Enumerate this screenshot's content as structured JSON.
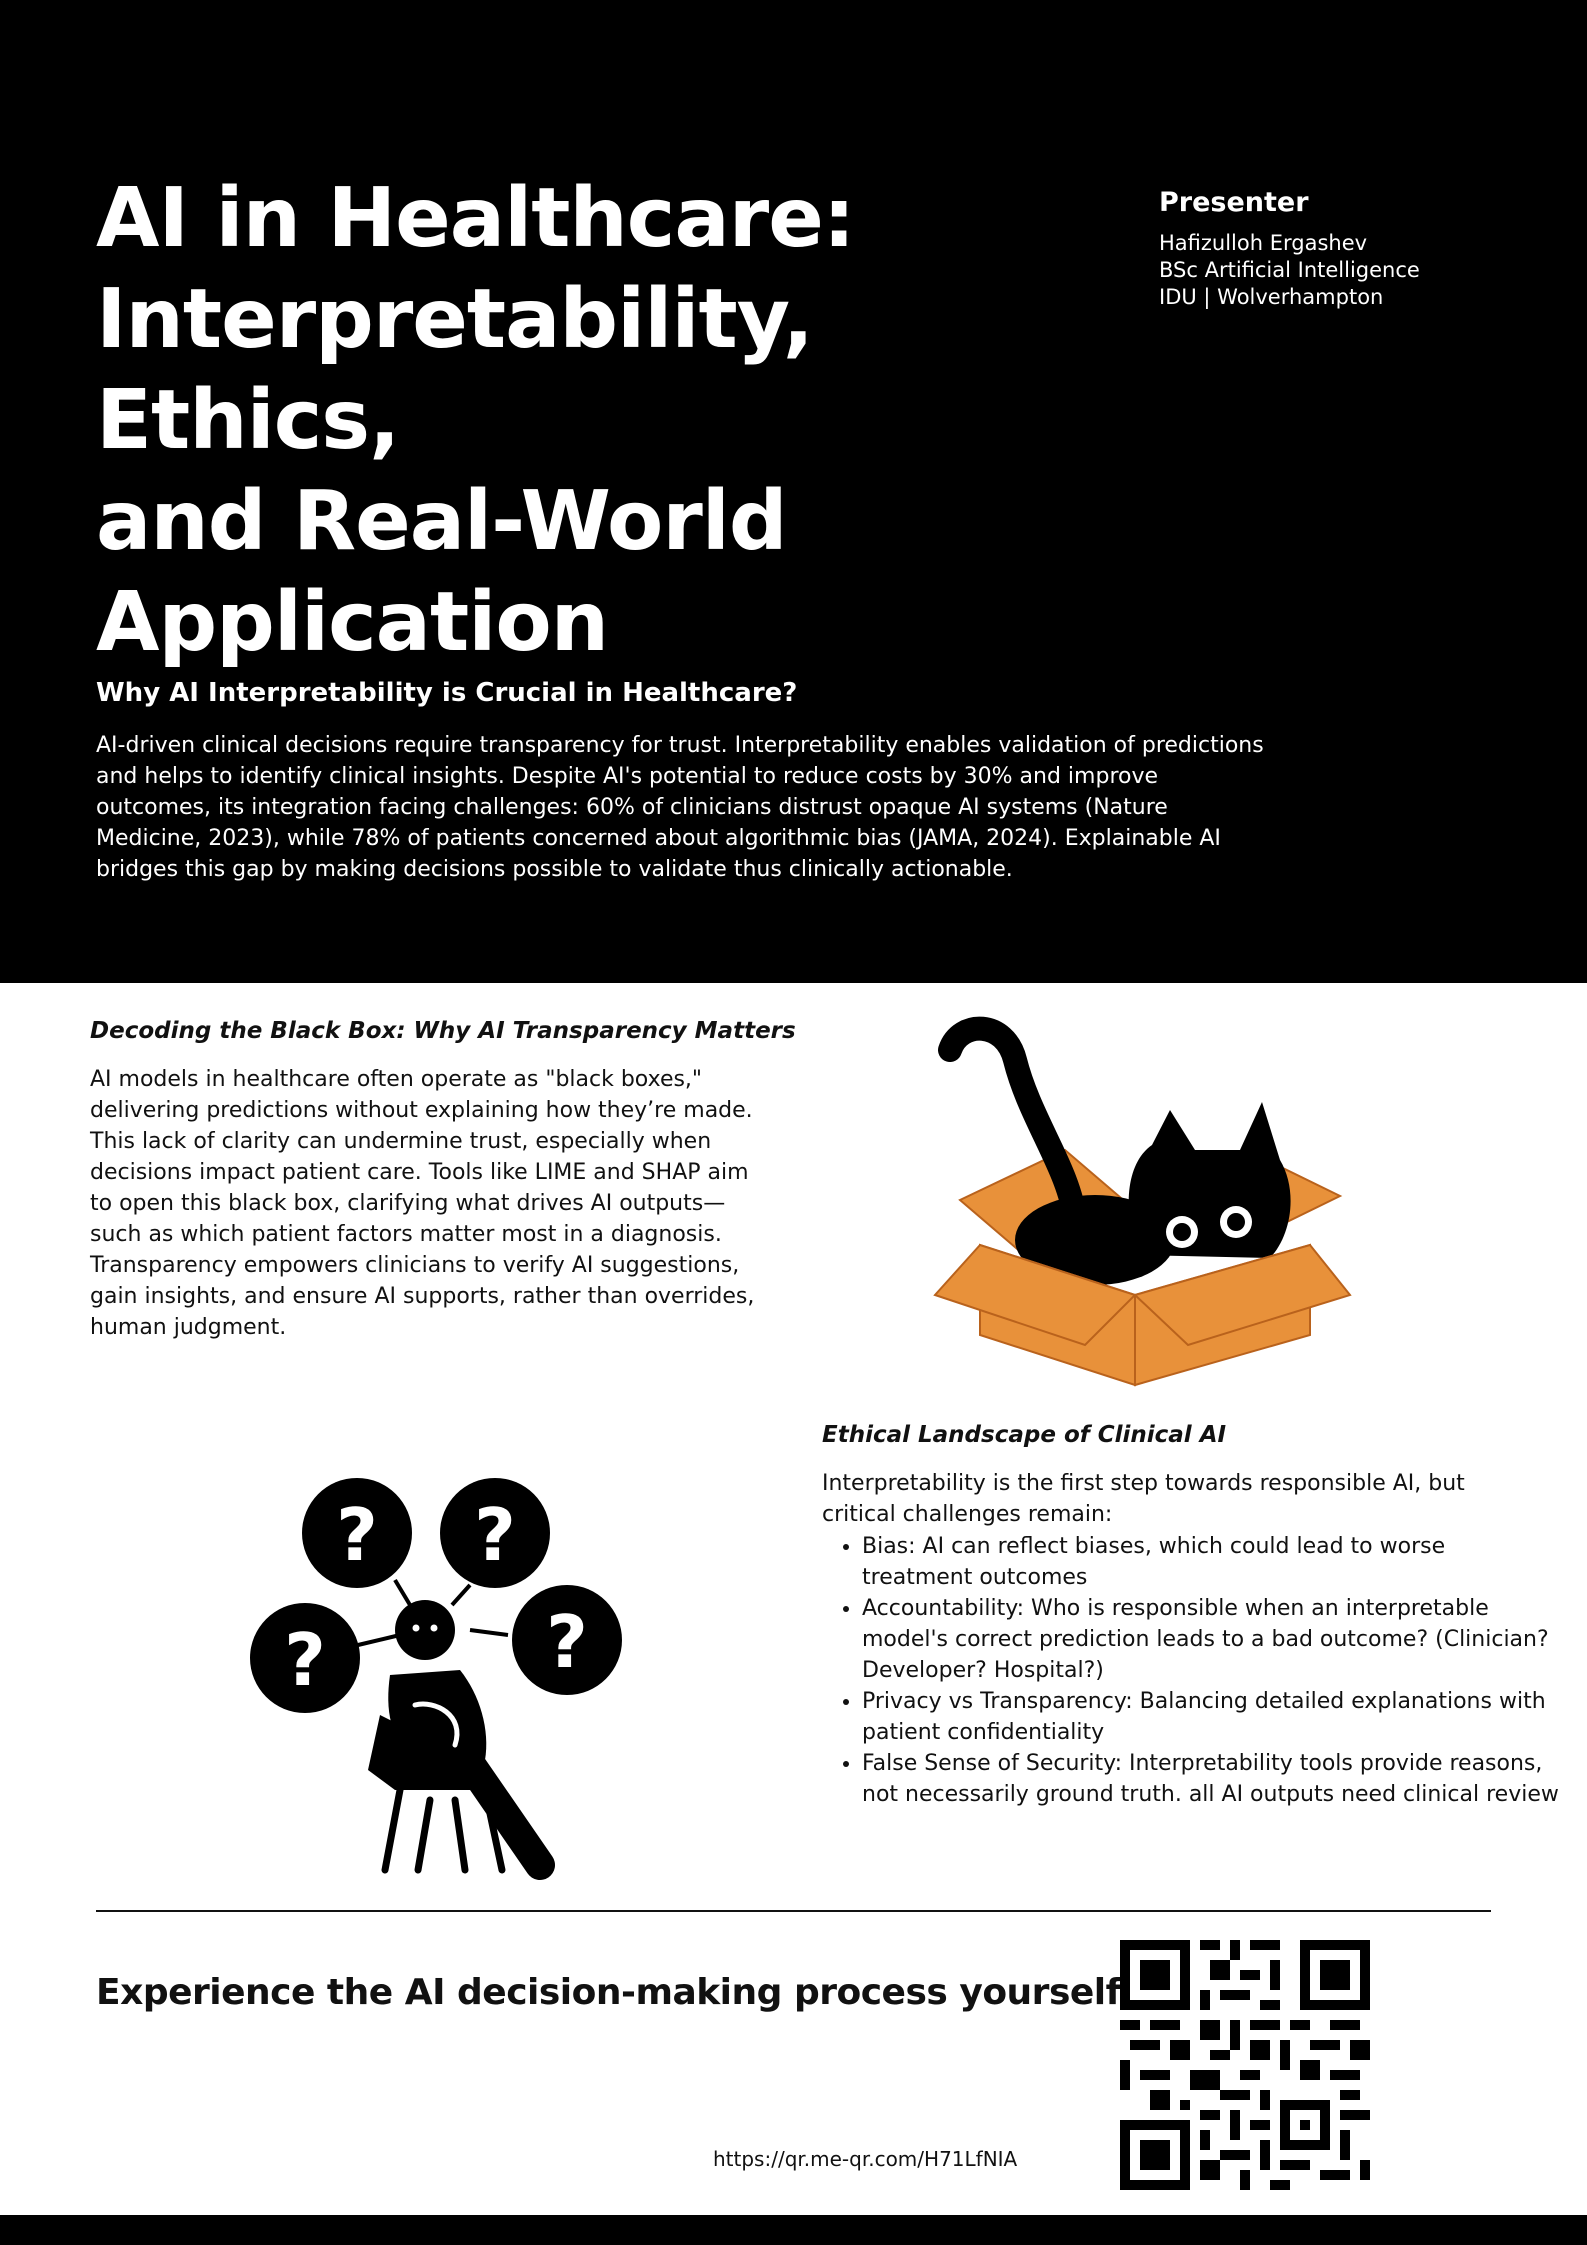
{
  "header": {
    "title": "AI in Healthcare:\nInterpretability, Ethics,\nand Real-World\nApplication",
    "presenter_label": "Presenter",
    "presenter_lines": [
      "Hafizulloh Ergashev",
      "BSc Artificial Intelligence",
      "IDU | Wolverhampton"
    ]
  },
  "intro": {
    "heading": "Why AI Interpretability is Crucial in Healthcare?",
    "body": "AI-driven clinical decisions require transparency for trust. Interpretability enables validation of predictions and helps to identify clinical insights. Despite AI's potential to reduce costs by 30% and improve outcomes, its integration facing challenges: 60% of clinicians distrust opaque AI systems (Nature Medicine, 2023), while 78% of patients concerned about algorithmic bias (JAMA, 2024). Explainable AI bridges this gap by making decisions possible to validate thus clinically actionable."
  },
  "black_box": {
    "heading": "Decoding the Black Box: Why AI Transparency Matters",
    "body": "AI models in healthcare often operate as \"black boxes,\" delivering predictions without explaining how they’re made. This lack of clarity can undermine trust, especially when decisions impact patient care. Tools like LIME and SHAP aim to open this black box, clarifying what drives AI outputs—such as which patient factors matter most in a diagnosis. Transparency empowers clinicians to verify AI suggestions, gain insights, and ensure AI supports, rather than overrides, human judgment."
  },
  "ethics": {
    "heading": "Ethical Landscape of Clinical AI",
    "intro": "Interpretability is the first step towards responsible AI, but critical challenges remain:",
    "bullets": [
      "Bias: AI can reflect biases, which could lead to worse treatment outcomes",
      "Accountability: Who is responsible when an interpretable model's correct prediction leads to a bad outcome? (Clinician? Developer? Hospital?)",
      "Privacy vs Transparency: Balancing detailed explanations with patient confidentiality",
      "False Sense of Security: Interpretability tools provide reasons, not necessarily ground truth. all AI outputs need clinical review"
    ]
  },
  "cta": {
    "text": "Experience the AI decision-making process yourself",
    "url": "https://qr.me-qr.com/H71LfNIA"
  },
  "illustrations": {
    "cat": "cat-in-box-illustration",
    "thinker": "confused-person-question-marks-illustration",
    "qr": "qr-code-icon",
    "question_mark": "?"
  },
  "colors": {
    "background_dark": "#000000",
    "text_light": "#ffffff",
    "box_orange": "#E8913A",
    "box_edge": "#B9621C"
  }
}
